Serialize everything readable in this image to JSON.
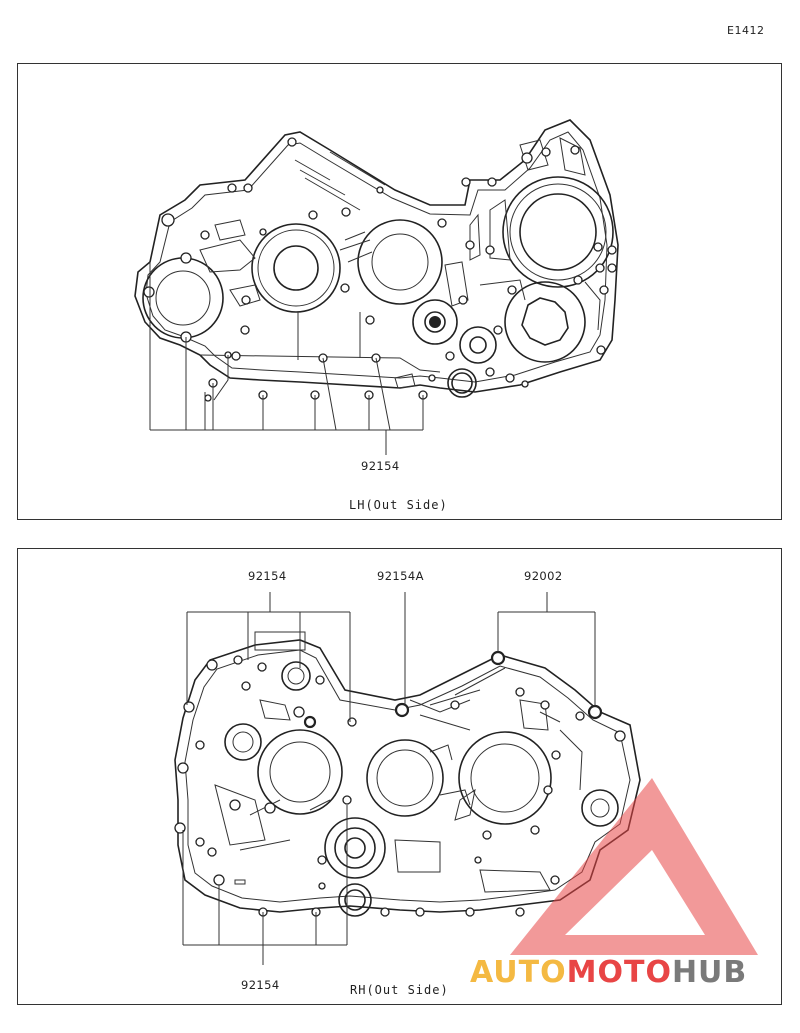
{
  "diagram_code": "E1412",
  "panels": [
    {
      "caption": "LH(Out Side)",
      "labels": [
        "92154"
      ]
    },
    {
      "caption": "RH(Out Side)",
      "labels": [
        "92154",
        "92154A",
        "92002",
        "92154"
      ]
    }
  ],
  "watermark": {
    "part1": "AUTO",
    "part2": "MOTO",
    "part3": "HUB"
  },
  "colors": {
    "line": "#222222",
    "watermark_red": "#e84545",
    "watermark_yellow": "#f4b942",
    "watermark_gray": "#7a7a7a"
  }
}
